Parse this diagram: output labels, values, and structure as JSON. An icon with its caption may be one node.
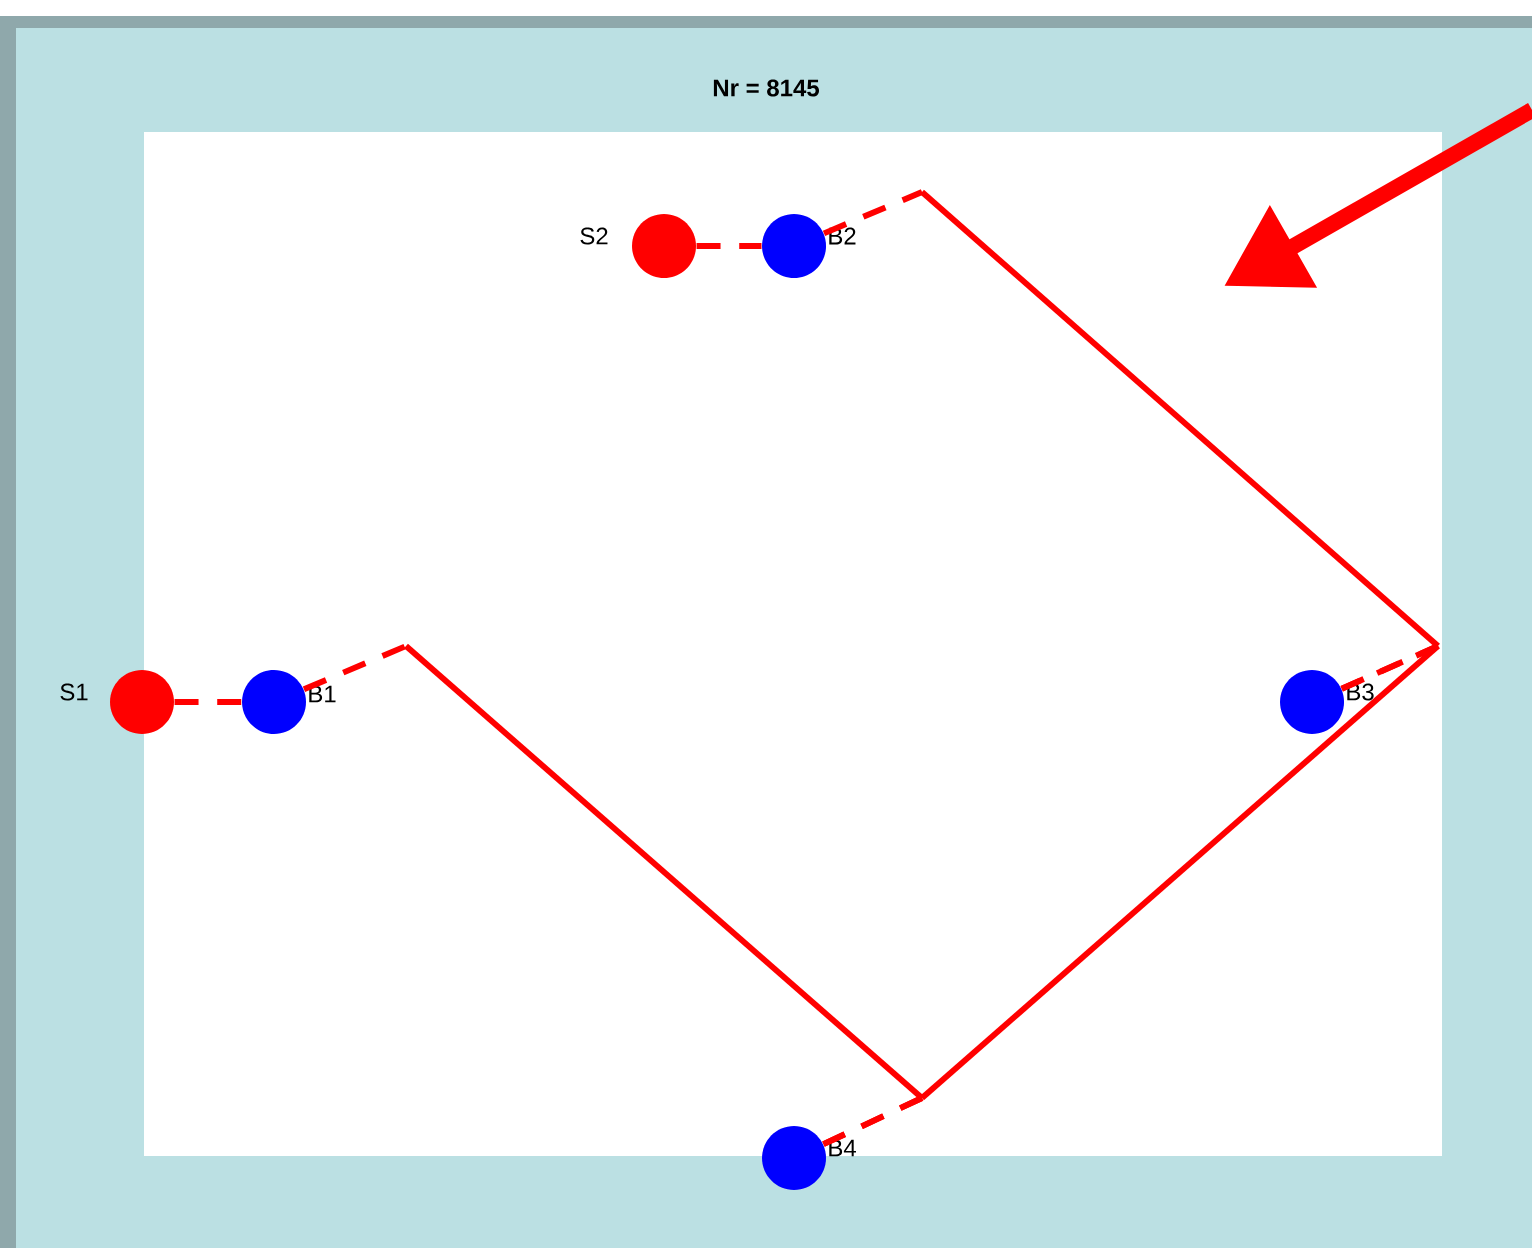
{
  "diagram": {
    "title": "Nr = 8145",
    "nodes": [
      {
        "text": [],
        "shape": "circle",
        "beside": [
          "S1"
        ]
      },
      {
        "text": [],
        "shape": "circle",
        "beside": [
          "B1"
        ]
      },
      {
        "text": [],
        "shape": "circle",
        "beside": [
          "S2"
        ]
      },
      {
        "text": [],
        "shape": "circle",
        "beside": [
          "B2"
        ]
      },
      {
        "text": [],
        "shape": "circle",
        "beside": [
          "B3"
        ]
      },
      {
        "text": [],
        "shape": "circle",
        "beside": [
          "B4"
        ]
      }
    ],
    "edges": [
      {
        "from": 0,
        "to": 1,
        "arrow": "none",
        "style": "dashed"
      },
      {
        "from": 2,
        "to": 3,
        "arrow": "none",
        "style": "dashed"
      },
      {
        "from": 1,
        "to": 5,
        "arrow": "none"
      },
      {
        "from": 3,
        "to": 4,
        "arrow": "none"
      },
      {
        "from": 4,
        "to": 5,
        "arrow": "none"
      }
    ]
  }
}
